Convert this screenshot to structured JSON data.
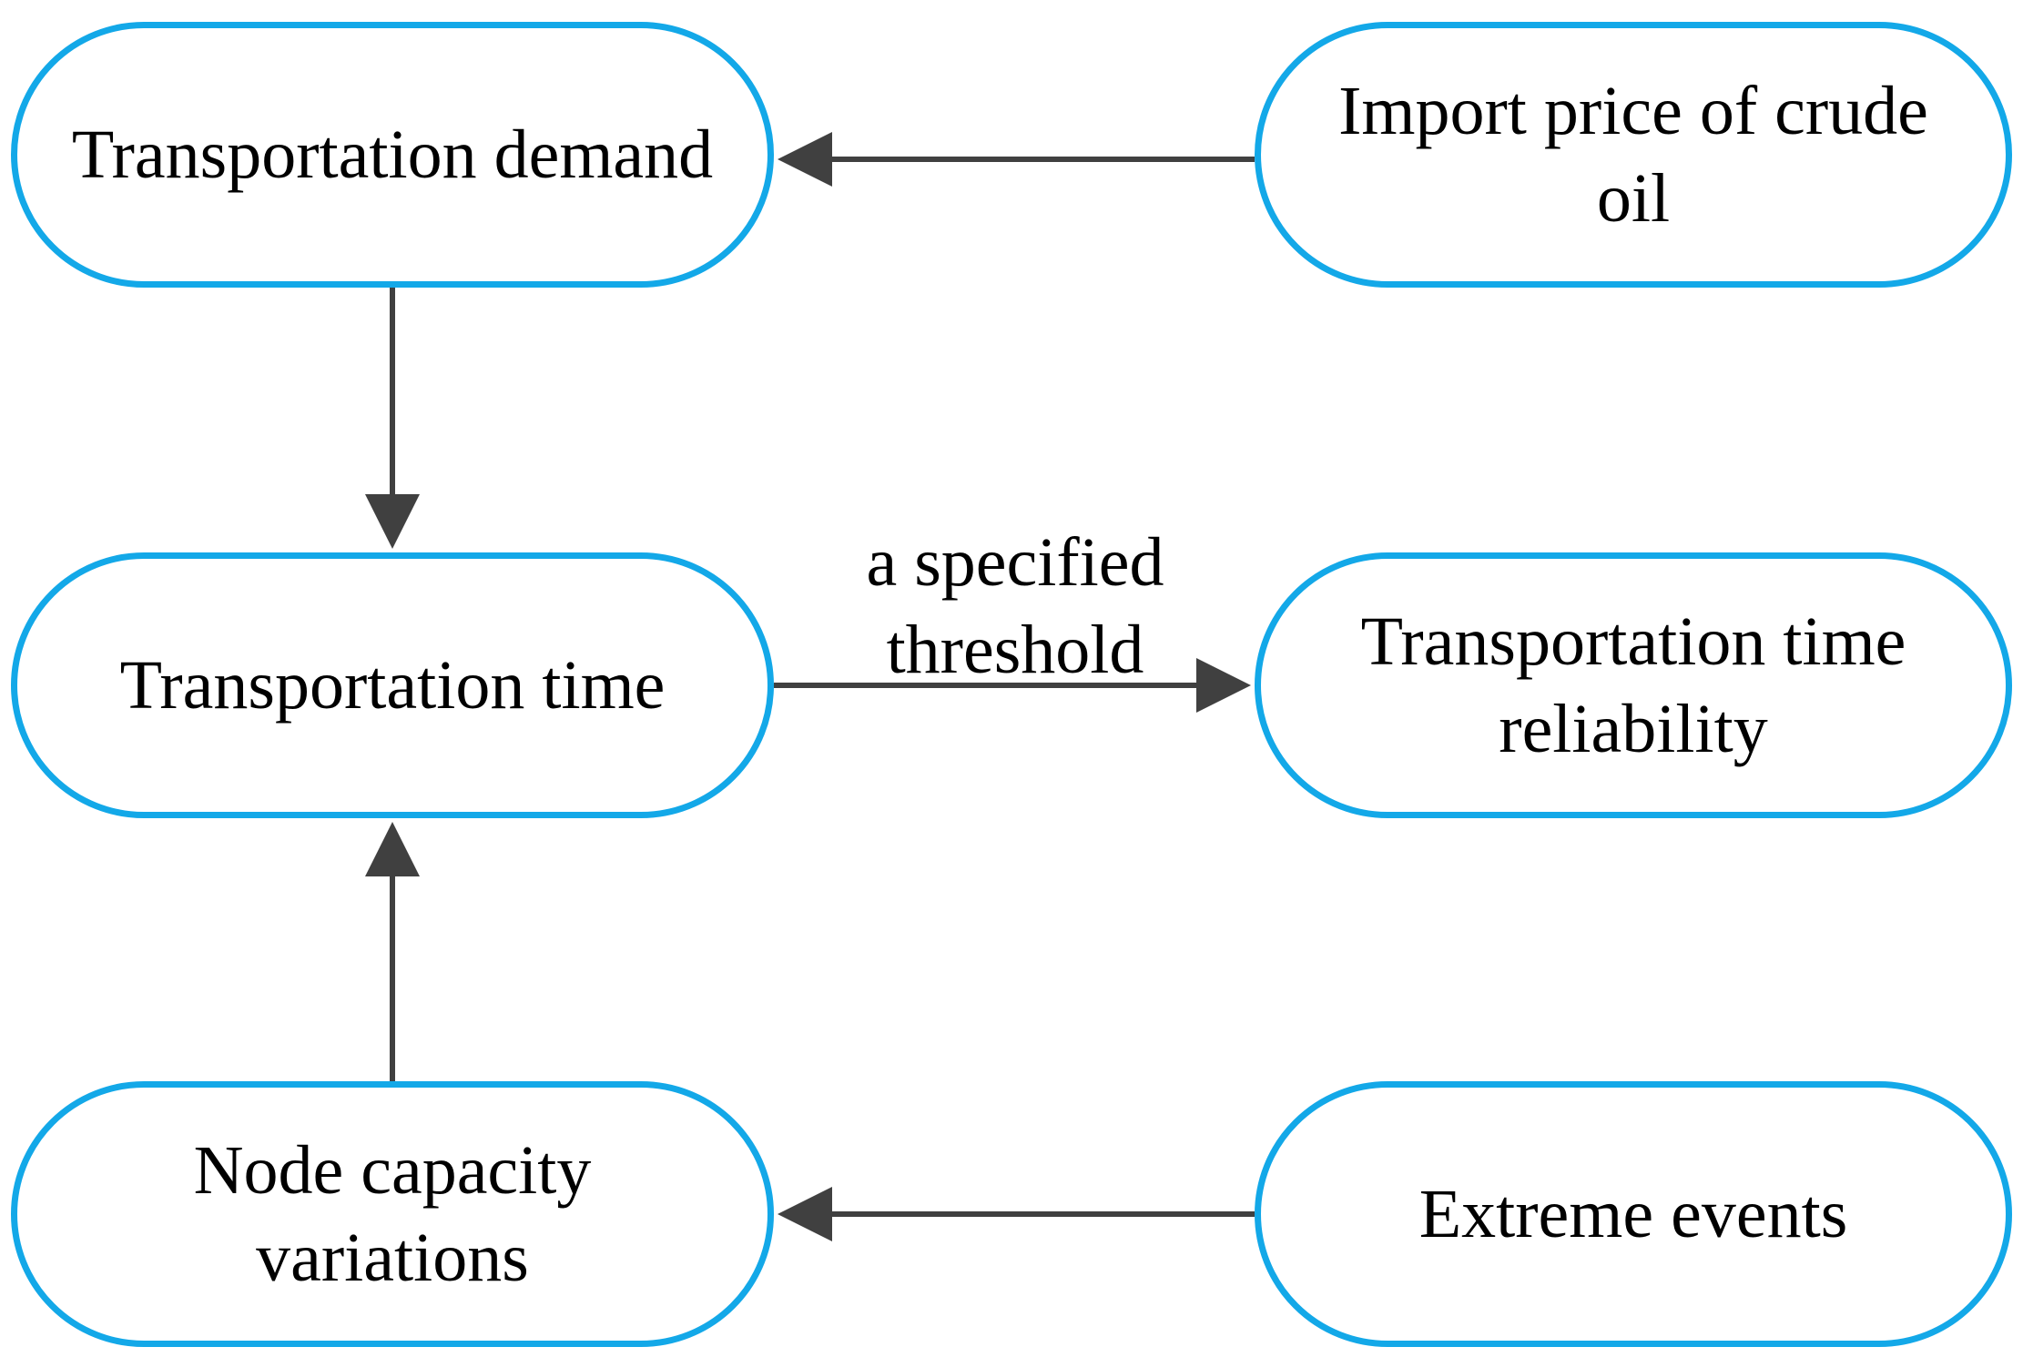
{
  "nodes": {
    "transportation_demand": "Transportation demand",
    "import_price": "Import price of crude oil",
    "transportation_time": "Transportation time",
    "time_reliability": "Transportation time reliability",
    "node_capacity": "Node capacity variations",
    "extreme_events": "Extreme events"
  },
  "edges": {
    "threshold_label": "a specified threshold"
  },
  "colors": {
    "node_border": "#13a8e8",
    "arrow": "#404040",
    "text": "#000000"
  }
}
